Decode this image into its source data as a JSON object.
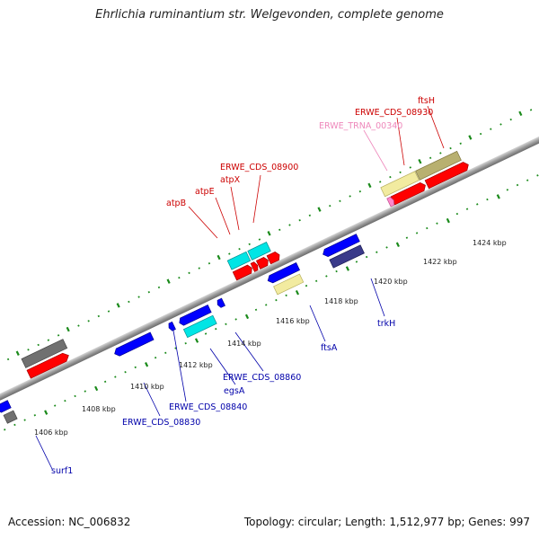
{
  "title": "Ehrlichia ruminantium str. Welgevonden, complete genome",
  "accession": "Accession: NC_006832",
  "topology": "Topology: circular; Length: 1,512,977 bp; Genes: 997",
  "colors": {
    "forward_cds": "#ff0000",
    "reverse_cds": "#0000ff",
    "forward_label": "#cc0000",
    "reverse_label": "#0000aa",
    "trna_label": "#ee88bb",
    "highlight_cyan": "#00e5e5",
    "gray": "#707070",
    "khaki": "#b8b070",
    "pale_yellow": "#f2eba0",
    "navy": "#3a3a8a",
    "pink": "#ff88cc",
    "tick_green": "#1a8a1a"
  },
  "scale_ticks": [
    {
      "label": "1406 kbp"
    },
    {
      "label": "1408 kbp"
    },
    {
      "label": "1410 kbp"
    },
    {
      "label": "1412 kbp"
    },
    {
      "label": "1414 kbp"
    },
    {
      "label": "1416 kbp"
    },
    {
      "label": "1418 kbp"
    },
    {
      "label": "1420 kbp"
    },
    {
      "label": "1422 kbp"
    },
    {
      "label": "1424 kbp"
    }
  ],
  "forward_labels": [
    {
      "text": "atpB"
    },
    {
      "text": "atpE"
    },
    {
      "text": "atpX"
    },
    {
      "text": "ERWE_CDS_08900"
    },
    {
      "text": "ERWE_TRNA_00340"
    },
    {
      "text": "ERWE_CDS_08930"
    },
    {
      "text": "ftsH"
    }
  ],
  "reverse_labels": [
    {
      "text": "surf1"
    },
    {
      "text": "ERWE_CDS_08830"
    },
    {
      "text": "ERWE_CDS_08840"
    },
    {
      "text": "egsA"
    },
    {
      "text": "ERWE_CDS_08860"
    },
    {
      "text": "ftsA"
    },
    {
      "text": "trkH"
    }
  ]
}
